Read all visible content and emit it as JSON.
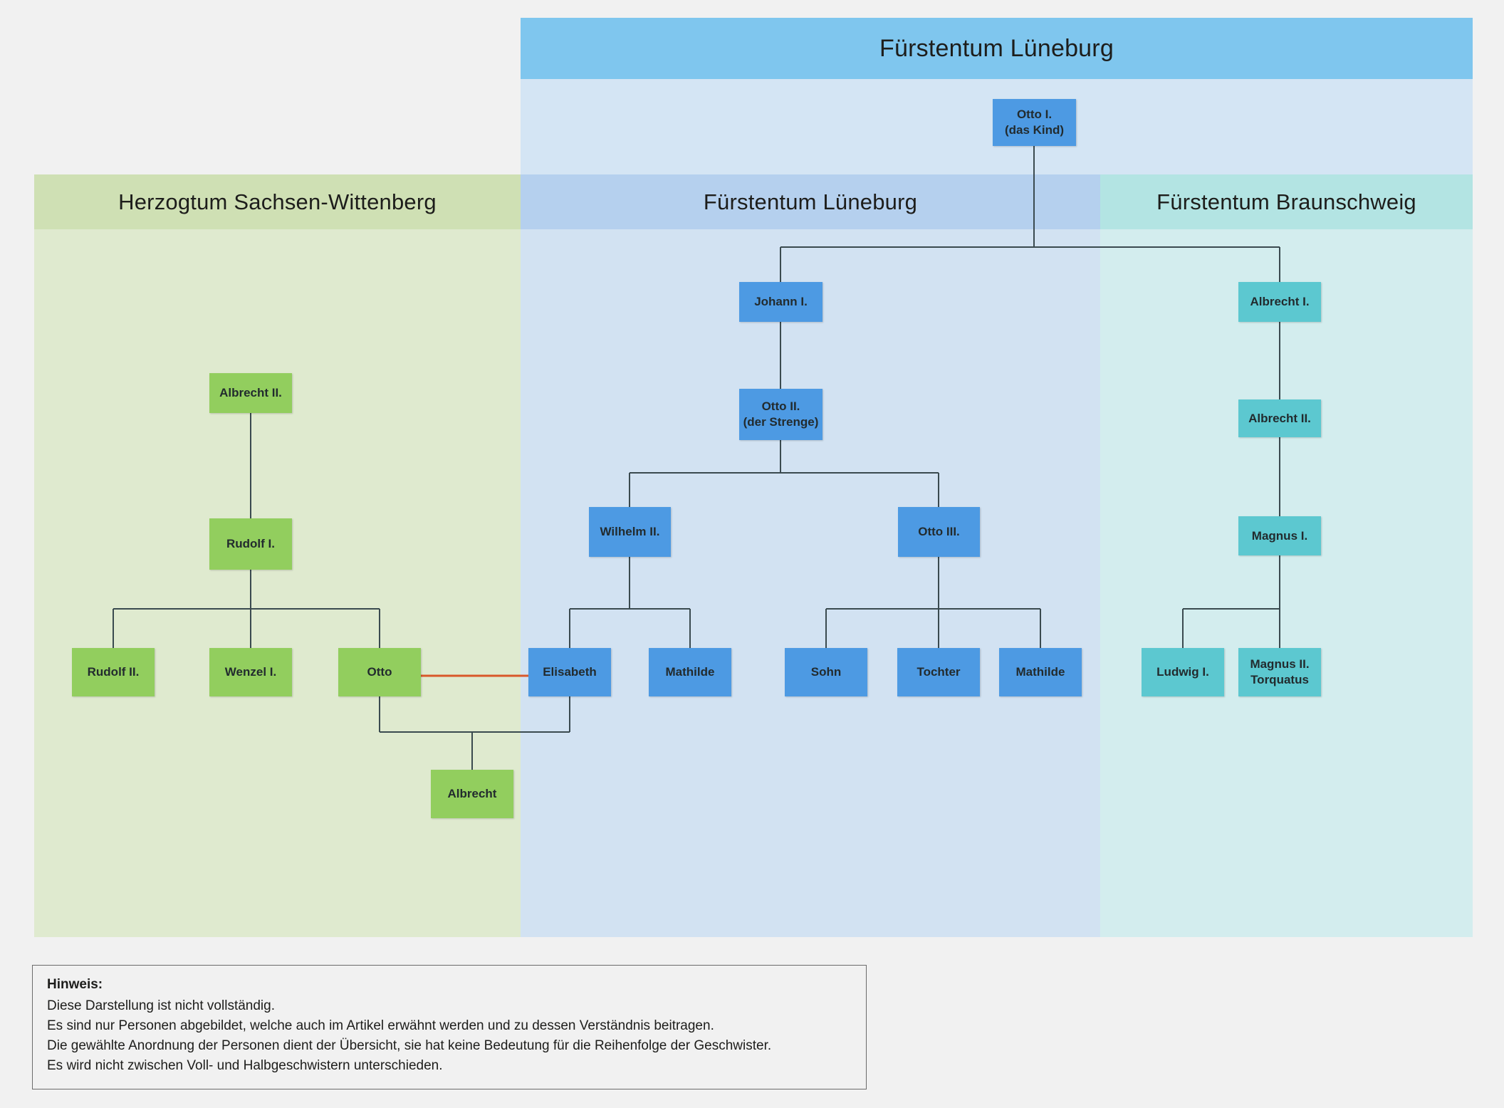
{
  "diagram": {
    "type": "family-tree",
    "title_top_lane": "Fürstentum Lüneburg",
    "lanes": [
      {
        "id": "sachsen-wittenberg",
        "label": "Herzogtum Sachsen-Wittenberg",
        "color": "#cfe0b4",
        "body_color": "#dfeacf",
        "node_color": "#92ce5e"
      },
      {
        "id": "luneburg",
        "label": "Fürstentum Lüneburg",
        "color": "#b5d0ee",
        "body_color": "#d2e2f2",
        "node_color": "#4d9ae3"
      },
      {
        "id": "braunschweig",
        "label": "Fürstentum Braunschweig",
        "color": "#b3e4e3",
        "body_color": "#d3edee",
        "node_color": "#5cc8d0"
      }
    ],
    "nodes": {
      "otto_i": "Otto I.\n(das Kind)",
      "johann_i": "Johann I.",
      "otto_ii": "Otto II.\n(der Strenge)",
      "wilhelm_ii": "Wilhelm II.",
      "otto_iii": "Otto III.",
      "elisabeth": "Elisabeth",
      "mathilde_w": "Mathilde",
      "sohn": "Sohn",
      "tochter": "Tochter",
      "mathilde_o": "Mathilde",
      "albrecht_ii_sw": "Albrecht II.",
      "rudolf_i": "Rudolf I.",
      "rudolf_ii": "Rudolf II.",
      "wenzel_i": "Wenzel I.",
      "otto_sw": "Otto",
      "albrecht_sw": "Albrecht",
      "albrecht_i_bs": "Albrecht I.",
      "albrecht_ii_bs": "Albrecht II.",
      "magnus_i": "Magnus I.",
      "ludwig_i": "Ludwig I.",
      "magnus_ii": "Magnus II.\nTorquatus"
    },
    "relations": {
      "marriage_color": "#d9582a",
      "line_color": "#3a4a4f",
      "marriages": [
        {
          "a": "otto_sw",
          "b": "elisabeth",
          "children": [
            "albrecht_sw"
          ]
        }
      ],
      "descent": [
        {
          "parent": "otto_i",
          "children": [
            "johann_i",
            "albrecht_i_bs"
          ]
        },
        {
          "parent": "johann_i",
          "children": [
            "otto_ii"
          ]
        },
        {
          "parent": "otto_ii",
          "children": [
            "wilhelm_ii",
            "otto_iii"
          ]
        },
        {
          "parent": "wilhelm_ii",
          "children": [
            "elisabeth",
            "mathilde_w"
          ]
        },
        {
          "parent": "otto_iii",
          "children": [
            "sohn",
            "tochter",
            "mathilde_o"
          ]
        },
        {
          "parent": "albrecht_ii_sw",
          "children": [
            "rudolf_i"
          ]
        },
        {
          "parent": "rudolf_i",
          "children": [
            "rudolf_ii",
            "wenzel_i",
            "otto_sw"
          ]
        },
        {
          "parent": "albrecht_i_bs",
          "children": [
            "albrecht_ii_bs"
          ]
        },
        {
          "parent": "albrecht_ii_bs",
          "children": [
            "magnus_i"
          ]
        },
        {
          "parent": "magnus_i",
          "children": [
            "ludwig_i",
            "magnus_ii"
          ]
        }
      ]
    }
  },
  "note": {
    "title": "Hinweis:",
    "lines": [
      "Diese Darstellung ist nicht vollständig.",
      "Es sind nur Personen abgebildet, welche auch im Artikel erwähnt werden und zu dessen Verständnis beitragen.",
      "Die gewählte Anordnung der Personen dient der Übersicht, sie hat keine Bedeutung für die Reihenfolge der Geschwister.",
      "Es wird nicht zwischen Voll- und Halbgeschwistern unterschieden."
    ]
  }
}
